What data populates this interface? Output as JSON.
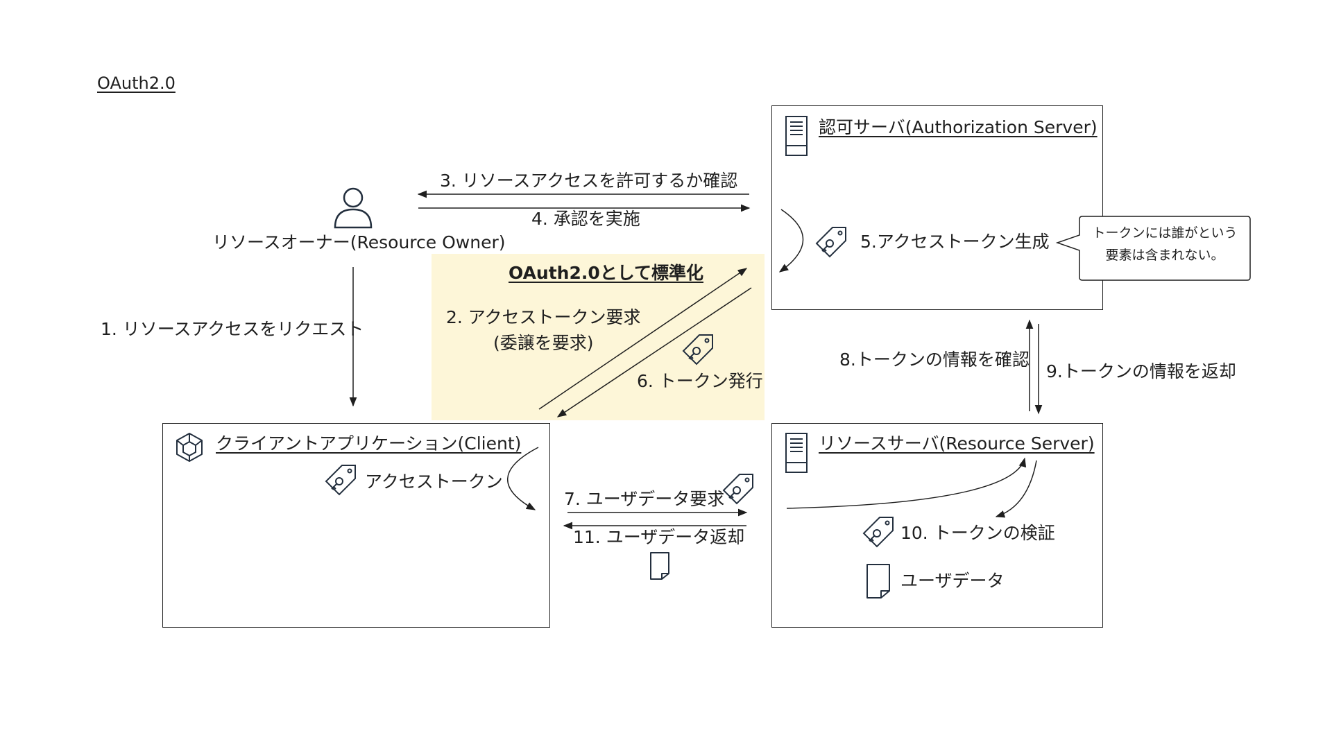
{
  "title": "OAuth2.0",
  "resource_owner": {
    "label": "リソースオーナー(Resource Owner)",
    "icon": "user-icon"
  },
  "authorization_server": {
    "label": "認可サーバ(Authorization Server)",
    "icon": "server-icon",
    "token_generation": "5.アクセストークン生成",
    "token_icon": "key-tag-icon"
  },
  "callout": {
    "line1": "トークンには誰がという",
    "line2": "要素は含まれない。"
  },
  "client": {
    "label": "クライアントアプリケーション(Client)",
    "icon": "cube-icon",
    "access_token": "アクセストークン",
    "token_icon": "key-tag-icon"
  },
  "resource_server": {
    "label": "リソースサーバ(Resource Server)",
    "icon": "server-icon",
    "token_verify": "10. トークンの検証",
    "user_data": "ユーザデータ",
    "token_icon": "key-tag-icon",
    "document_icon": "document-icon"
  },
  "standard_area": {
    "title": "OAuth2.0として標準化",
    "step2_line1": "2. アクセストークン要求",
    "step2_line2": "(委譲を要求)",
    "step6": "6. トークン発行",
    "highlight_color": "#fdf6d8"
  },
  "steps": {
    "step1": "1. リソースアクセスをリクエスト",
    "step3": "3. リソースアクセスを許可するか確認",
    "step4": "4. 承認を実施",
    "step7": "7. ユーザデータ要求",
    "step8": "8.トークンの情報を確認",
    "step9": "9.トークンの情報を返却",
    "step11": "11. ユーザデータ返却"
  }
}
